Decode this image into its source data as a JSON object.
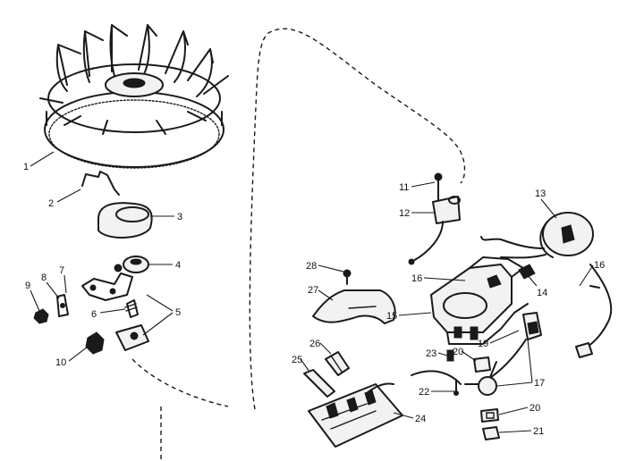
{
  "diagram": {
    "callouts": [
      {
        "id": "c1",
        "text": "1"
      },
      {
        "id": "c2",
        "text": "2"
      },
      {
        "id": "c3",
        "text": "3"
      },
      {
        "id": "c4",
        "text": "4"
      },
      {
        "id": "c5",
        "text": "5"
      },
      {
        "id": "c6",
        "text": "6"
      },
      {
        "id": "c7",
        "text": "7"
      },
      {
        "id": "c8",
        "text": "8"
      },
      {
        "id": "c9",
        "text": "9"
      },
      {
        "id": "c10",
        "text": "10"
      },
      {
        "id": "c11",
        "text": "11"
      },
      {
        "id": "c12",
        "text": "12"
      },
      {
        "id": "c13",
        "text": "13"
      },
      {
        "id": "c14",
        "text": "14"
      },
      {
        "id": "c15",
        "text": "15"
      },
      {
        "id": "c16a",
        "text": "16"
      },
      {
        "id": "c16b",
        "text": "16"
      },
      {
        "id": "c17",
        "text": "17"
      },
      {
        "id": "c19",
        "text": "19"
      },
      {
        "id": "c20a",
        "text": "20"
      },
      {
        "id": "c20b",
        "text": "20"
      },
      {
        "id": "c21",
        "text": "21"
      },
      {
        "id": "c22",
        "text": "22"
      },
      {
        "id": "c23",
        "text": "23"
      },
      {
        "id": "c24",
        "text": "24"
      },
      {
        "id": "c25",
        "text": "25"
      },
      {
        "id": "c26",
        "text": "26"
      },
      {
        "id": "c27",
        "text": "27"
      },
      {
        "id": "c28",
        "text": "28"
      }
    ]
  }
}
